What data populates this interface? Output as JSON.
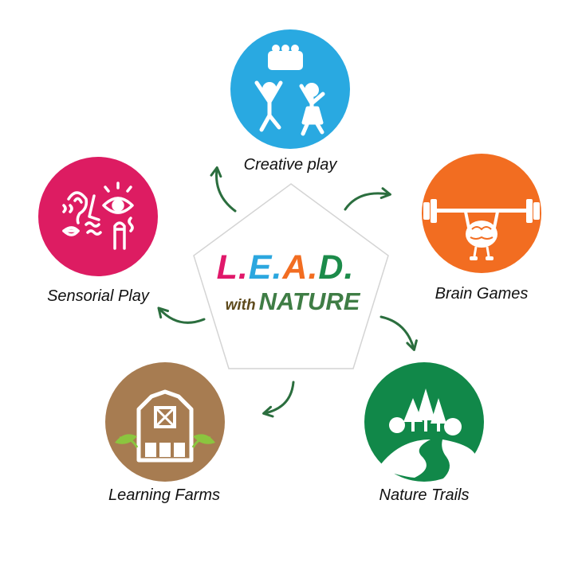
{
  "center": {
    "title_letters": [
      {
        "text": "L.",
        "color": "#e0186a"
      },
      {
        "text": "E.",
        "color": "#2ba7df"
      },
      {
        "text": "A.",
        "color": "#f26d21"
      },
      {
        "text": "D.",
        "color": "#1c8b4a"
      }
    ],
    "with_text": "with",
    "nature_text": "NATURE"
  },
  "nodes": [
    {
      "label": "Creative play",
      "color": "#29a9e1",
      "icon": "children-blocks-icon"
    },
    {
      "label": "Brain Games",
      "color": "#f26d21",
      "icon": "brain-weightlifting-icon"
    },
    {
      "label": "Nature Trails",
      "color": "#118849",
      "icon": "trees-path-icon"
    },
    {
      "label": "Learning Farms",
      "color": "#a77c51",
      "icon": "barn-icon"
    },
    {
      "label": "Sensorial Play",
      "color": "#dd1c62",
      "icon": "senses-icon"
    }
  ],
  "arrow_color": "#2b6e3e"
}
